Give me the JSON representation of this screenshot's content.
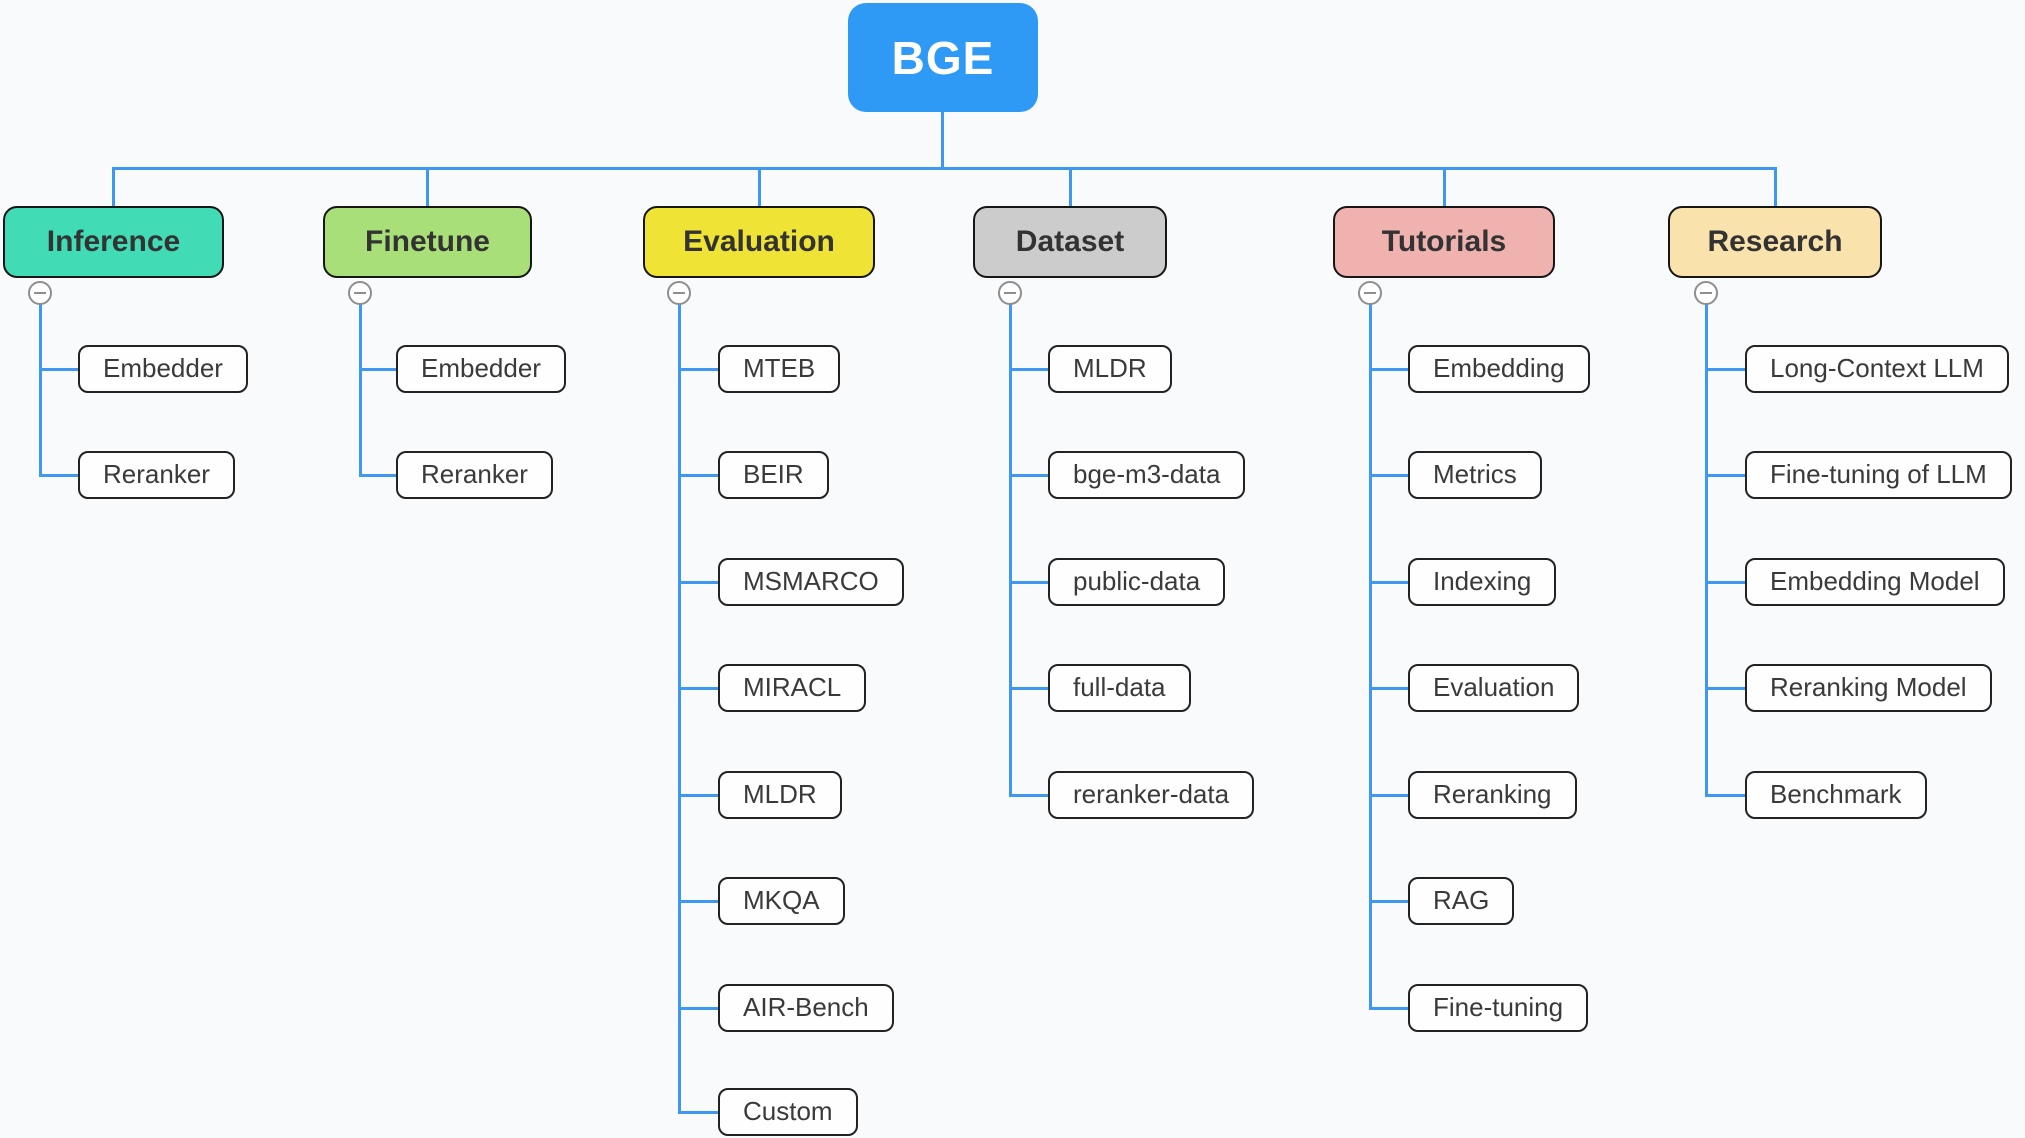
{
  "canvas": {
    "background": "#F8FAFC",
    "connector_color": "#3E97F0"
  },
  "root": {
    "label": "BGE",
    "color": "#2F99F6"
  },
  "branches": [
    {
      "label": "Inference",
      "color": "#41DCB6",
      "children": [
        "Embedder",
        "Reranker"
      ]
    },
    {
      "label": "Finetune",
      "color": "#A8DF78",
      "children": [
        "Embedder",
        "Reranker"
      ]
    },
    {
      "label": "Evaluation",
      "color": "#EFE436",
      "children": [
        "MTEB",
        "BEIR",
        "MSMARCO",
        "MIRACL",
        "MLDR",
        "MKQA",
        "AIR-Bench",
        "Custom"
      ]
    },
    {
      "label": "Dataset",
      "color": "#CCCCCC",
      "children": [
        "MLDR",
        "bge-m3-data",
        "public-data",
        "full-data",
        "reranker-data"
      ]
    },
    {
      "label": "Tutorials",
      "color": "#EFB2AF",
      "children": [
        "Embedding",
        "Metrics",
        "Indexing",
        "Evaluation",
        "Reranking",
        "RAG",
        "Fine-tuning"
      ]
    },
    {
      "label": "Research",
      "color": "#FAE2AD",
      "children": [
        "Long-Context LLM",
        "Fine-tuning of LLM",
        "Embedding Model",
        "Reranking Model",
        "Benchmark"
      ]
    }
  ]
}
